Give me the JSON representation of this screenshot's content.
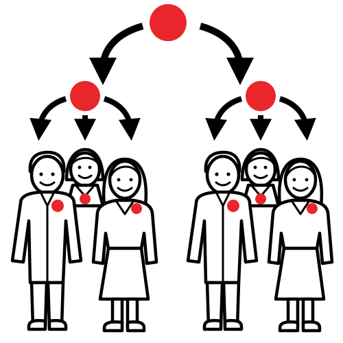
{
  "colors": {
    "background": "#ffffff",
    "outline": "#000000",
    "dot": "#e8262b"
  },
  "scene": {
    "root_dot_icon": "red-circle",
    "branches": [
      {
        "name": "left-group",
        "people": [
          "man",
          "woman-back",
          "woman-front"
        ],
        "sub_arrows": 3
      },
      {
        "name": "right-group",
        "people": [
          "man",
          "woman-back",
          "woman-front"
        ],
        "sub_arrows": 3
      }
    ],
    "top_arrows": 2
  }
}
